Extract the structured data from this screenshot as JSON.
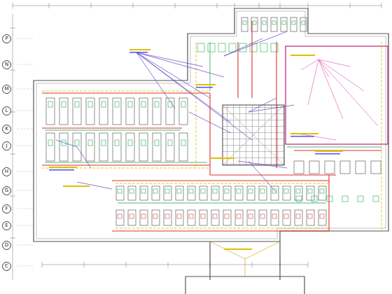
{
  "diagram": {
    "labels": [
      "P",
      "N",
      "M",
      "L",
      "K",
      "J",
      "H",
      "G",
      "F",
      "E",
      "D",
      "C"
    ]
  }
}
